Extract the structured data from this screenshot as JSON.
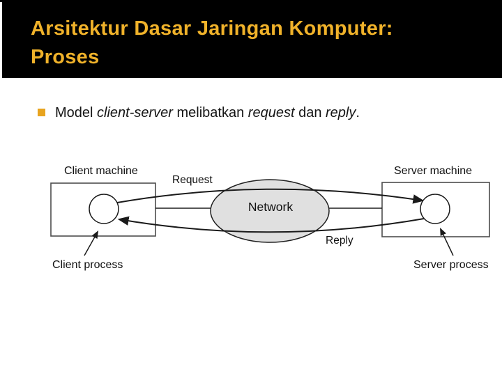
{
  "theme": {
    "header_bg": "#000000",
    "title_color": "#F0B22A",
    "bullet_color": "#E8A41F",
    "slide_bg": "#ffffff"
  },
  "header": {
    "title_line1": "Arsitektur Dasar Jaringan Komputer:",
    "title_line2": "Proses"
  },
  "bullet": {
    "seg_model": "Model ",
    "seg_clientserver": "client-server",
    "seg_melibatkan": " melibatkan ",
    "seg_request": "request",
    "seg_dan": " dan ",
    "seg_reply": "reply",
    "seg_period": "."
  },
  "diagram": {
    "labels": {
      "client_machine": "Client machine",
      "server_machine": "Server machine",
      "request": "Request",
      "reply": "Reply",
      "network": "Network",
      "client_process": "Client process",
      "server_process": "Server process"
    },
    "colors": {
      "network_fill": "#e0e0e0",
      "line": "#1f1f1f",
      "box_stroke": "#4d4d4d"
    }
  }
}
